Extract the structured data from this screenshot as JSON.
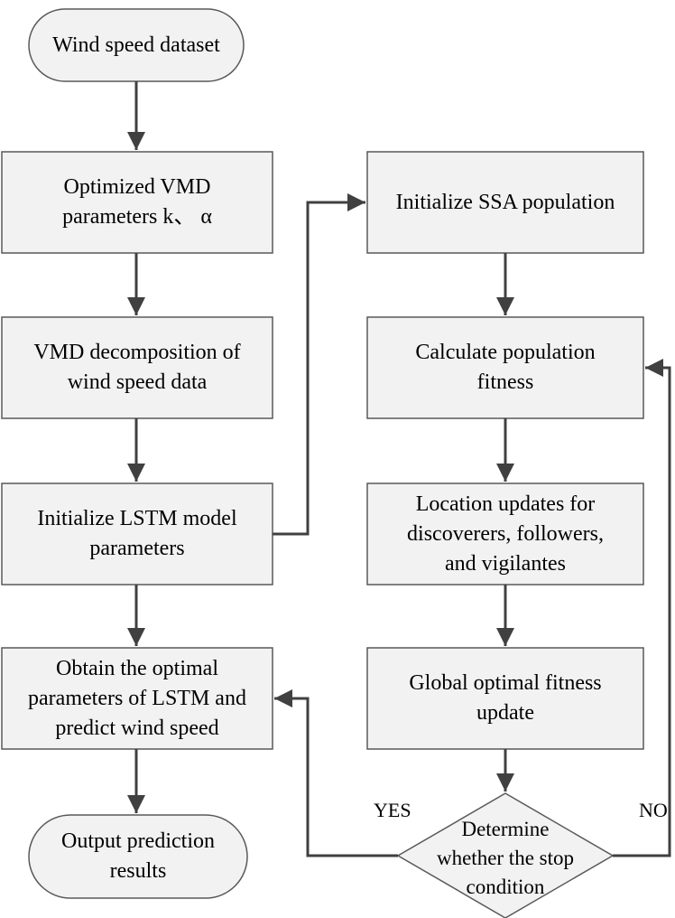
{
  "nodes": {
    "wind_speed_dataset": "Wind speed dataset",
    "optimized_vmd": [
      "Optimized VMD",
      "parameters k、 α"
    ],
    "vmd_decomposition": [
      "VMD decomposition of",
      "wind speed data"
    ],
    "initialize_lstm": [
      "Initialize LSTM model",
      "parameters"
    ],
    "obtain_optimal": [
      "Obtain the optimal",
      "parameters of LSTM and",
      "predict wind speed"
    ],
    "output_prediction": [
      "Output prediction",
      "results"
    ],
    "initialize_ssa": "Initialize SSA population",
    "calculate_fitness": [
      "Calculate population",
      "fitness"
    ],
    "location_updates": [
      "Location updates for",
      "discoverers, followers,",
      "and vigilantes"
    ],
    "global_optimal": [
      "Global optimal fitness",
      "update"
    ],
    "determine_stop": [
      "Determine",
      "whether the stop",
      "condition"
    ]
  },
  "labels": {
    "yes": "YES",
    "no": "NO"
  },
  "colors": {
    "box_fill": "#f2f2f2",
    "stroke": "#595959",
    "arrow": "#404040"
  }
}
